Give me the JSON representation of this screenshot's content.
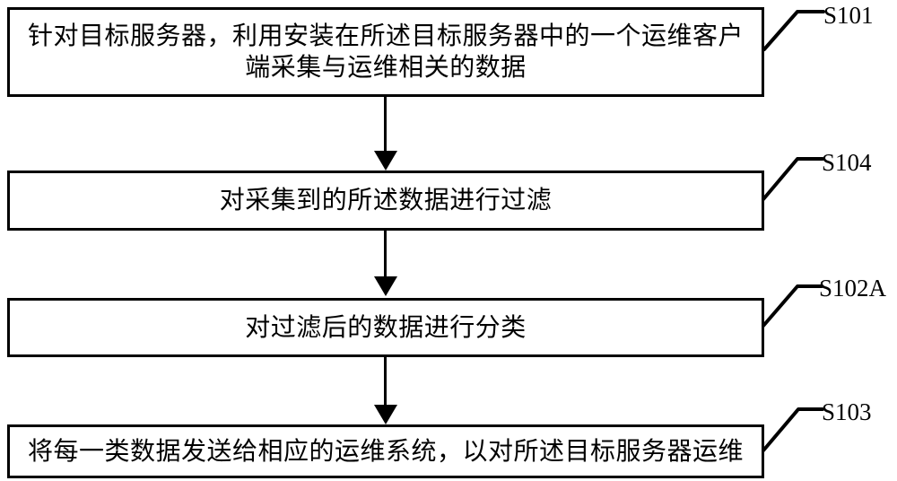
{
  "figure": {
    "type": "flowchart",
    "background_color": "#ffffff",
    "stroke_color": "#000000",
    "steps": [
      {
        "label": "S101",
        "text": "针对目标服务器，利用安装在所述目标服务器中的一个运维客户端采集与运维相关的数据"
      },
      {
        "label": "S104",
        "text": "对采集到的所述数据进行过滤"
      },
      {
        "label": "S102A",
        "text": "对过滤后的数据进行分类"
      },
      {
        "label": "S103",
        "text": "将每一类数据发送给相应的运维系统，以对所述目标服务器运维"
      }
    ],
    "connections": [
      {
        "from": "S101",
        "to": "S104"
      },
      {
        "from": "S104",
        "to": "S102A"
      },
      {
        "from": "S102A",
        "to": "S103"
      }
    ]
  }
}
